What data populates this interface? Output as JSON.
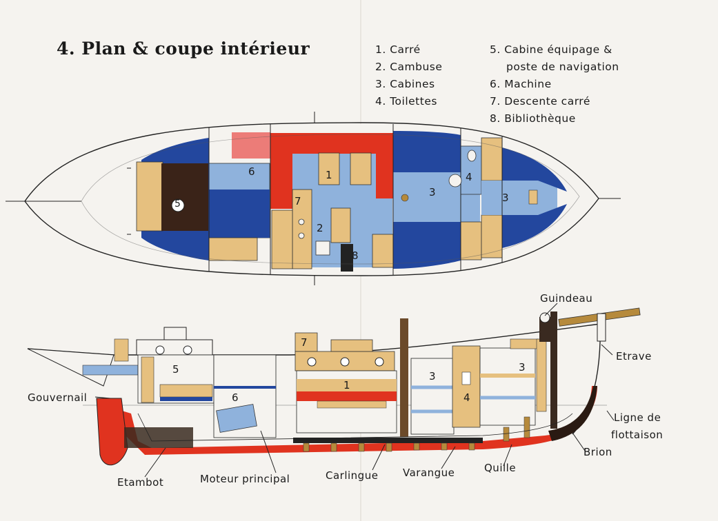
{
  "title": "4. Plan & coupe intérieur",
  "legend": {
    "left": [
      "1. Carré",
      "2. Cambuse",
      "3. Cabines",
      "4. Toilettes"
    ],
    "right": [
      "5. Cabine équipage &",
      "poste de navigation",
      "6. Machine",
      "7. Descente carré",
      "8. Bibliothèque"
    ]
  },
  "plan_numbers": {
    "n1": "1",
    "n2": "2",
    "n3a": "3",
    "n3b": "3",
    "n4": "4",
    "n5": "5",
    "n6": "6",
    "n7": "7",
    "n8": "8"
  },
  "section_numbers": {
    "n1": "1",
    "n3a": "3",
    "n3b": "3",
    "n4": "4",
    "n5": "5",
    "n6": "6",
    "n7": "7"
  },
  "section_labels": {
    "guindeau": "Guindeau",
    "etrave": "Etrave",
    "gouvernail": "Gouvernail",
    "ligne_1": "Ligne de",
    "ligne_2": "flottaison",
    "brion": "Brion",
    "quille": "Quille",
    "varangue": "Varangue",
    "carlingue": "Carlingue",
    "moteur": "Moteur principal",
    "etambot": "Etambot"
  },
  "colors": {
    "red": "#e0331f",
    "dark_blue": "#23479e",
    "light_blue": "#8fb2dc",
    "tan": "#e6c07f",
    "brown": "#3a2318",
    "pink": "#ec7c78",
    "wood": "#b68a3c"
  }
}
